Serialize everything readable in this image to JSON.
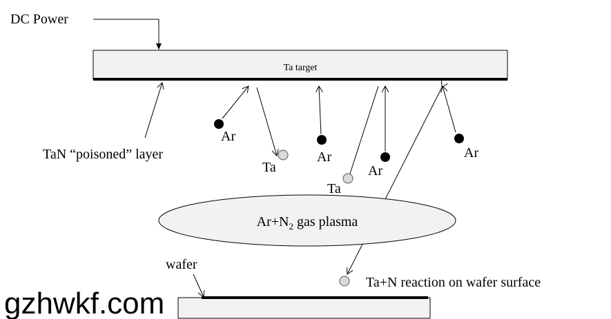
{
  "labels": {
    "dc_power": "DC Power",
    "target": "Ta target",
    "poisoned_layer": "TaN “poisoned” layer",
    "ar": "Ar",
    "ta": "Ta",
    "plasma_main": "Ar+N",
    "plasma_sub": "2",
    "plasma_rest": " gas plasma",
    "wafer": "wafer",
    "reaction": "Ta+N reaction on wafer surface"
  },
  "watermark": "gzhwkf.com",
  "colors": {
    "target_fill": "#f2f2f2",
    "ta_atom": "#d9d9d9",
    "ar_atom": "#000000"
  }
}
